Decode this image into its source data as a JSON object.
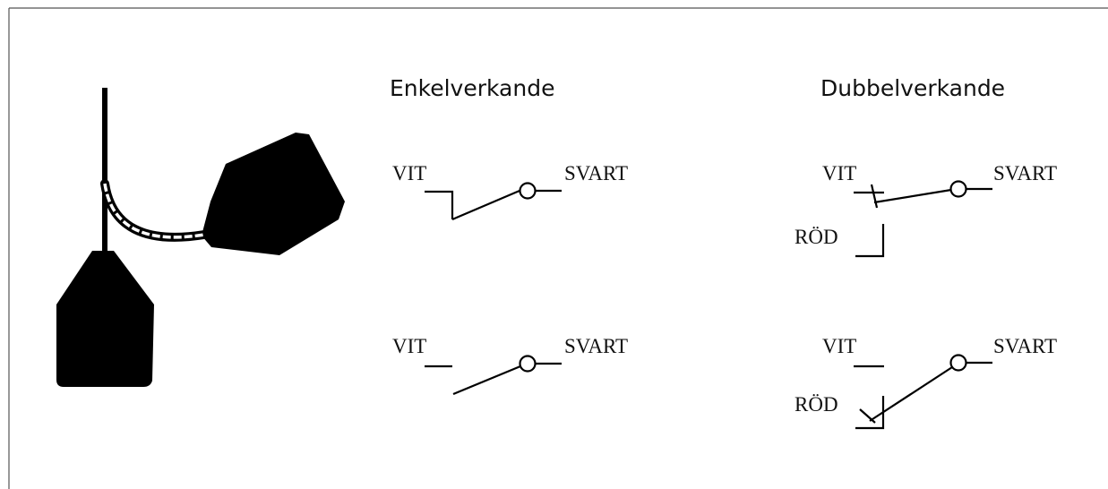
{
  "colors": {
    "background": "#ffffff",
    "ink": "#000000",
    "frame": "#555555"
  },
  "float_switch": {
    "icon": "float-switch-icon",
    "parts": [
      "mast",
      "weight",
      "float",
      "cable"
    ]
  },
  "enkelverkande": {
    "title": "Enkelverkande",
    "closed": {
      "vit": "VIT",
      "svart": "SVART"
    },
    "open": {
      "vit": "VIT",
      "svart": "SVART"
    }
  },
  "dubbelverkande": {
    "title": "Dubbelverkande",
    "closed": {
      "vit": "VIT",
      "rod": "RÖD",
      "svart": "SVART"
    },
    "open": {
      "vit": "VIT",
      "rod": "RÖD",
      "svart": "SVART"
    }
  }
}
